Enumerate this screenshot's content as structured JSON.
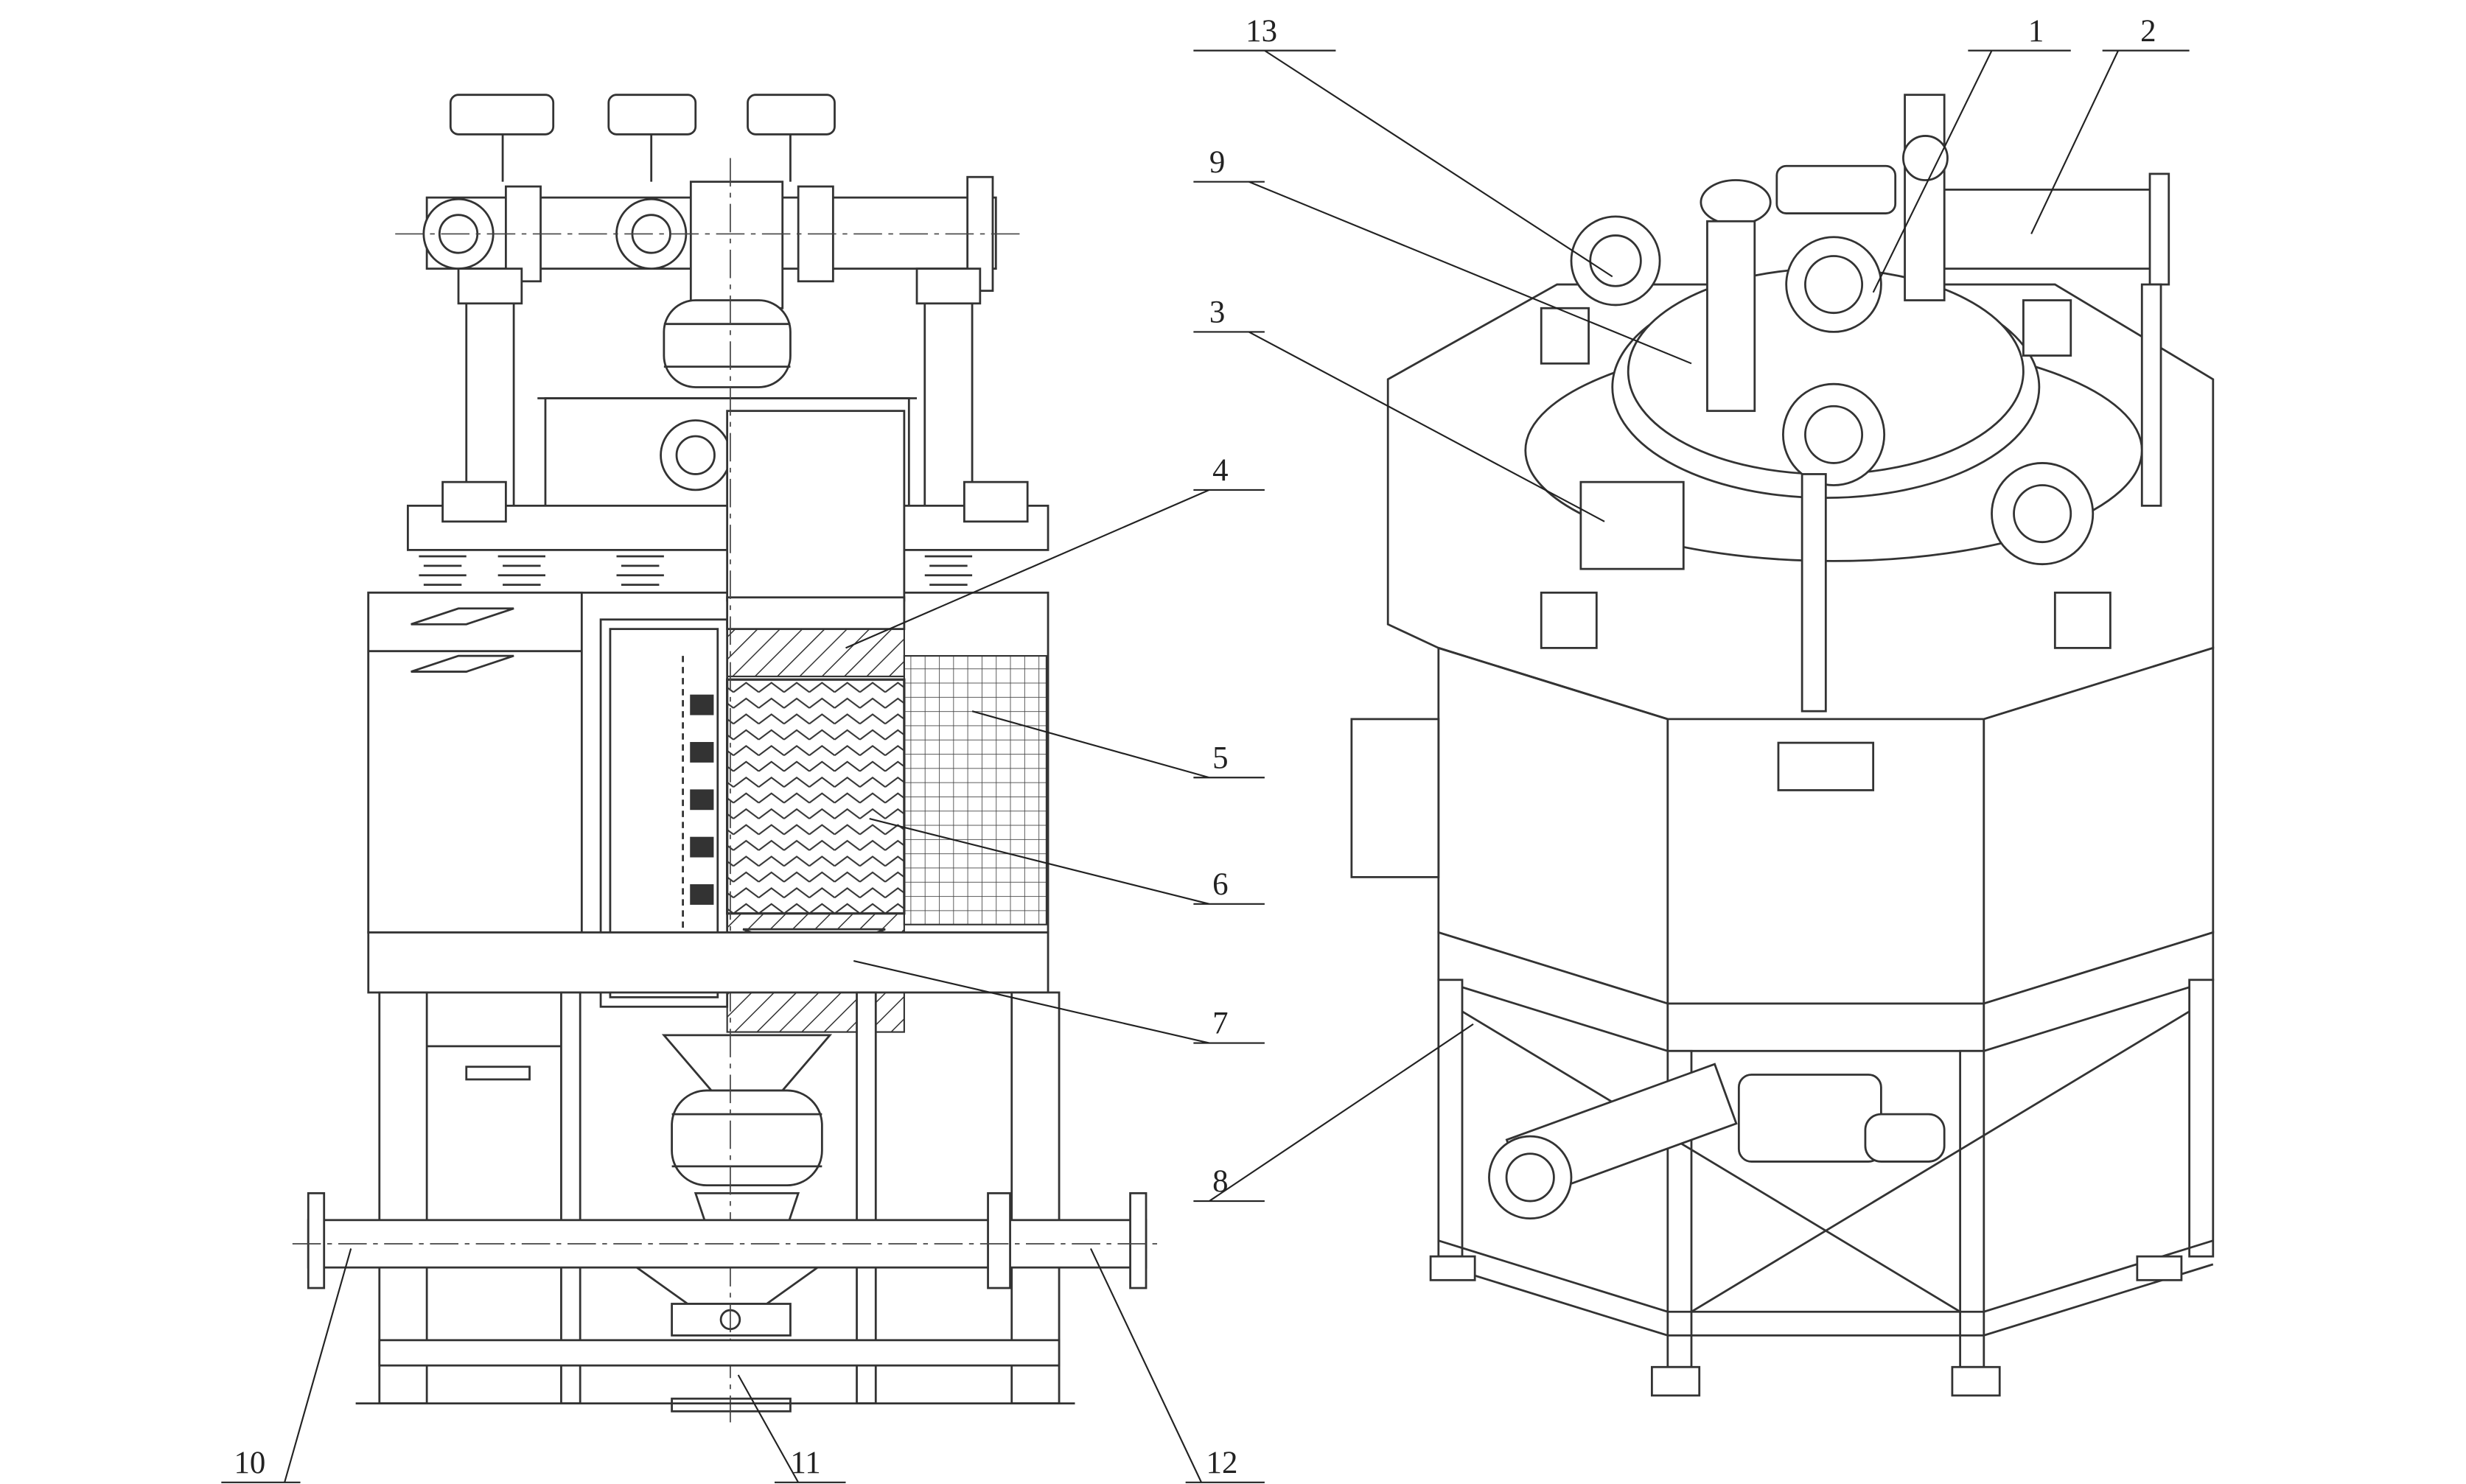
{
  "figure": {
    "labels": {
      "l1": "1",
      "l2": "2",
      "l3": "3",
      "l4": "4",
      "l5": "5",
      "l6": "6",
      "l7": "7",
      "l8": "8",
      "l9": "9",
      "l10": "10",
      "l11": "11",
      "l12": "12",
      "l13": "13"
    }
  }
}
